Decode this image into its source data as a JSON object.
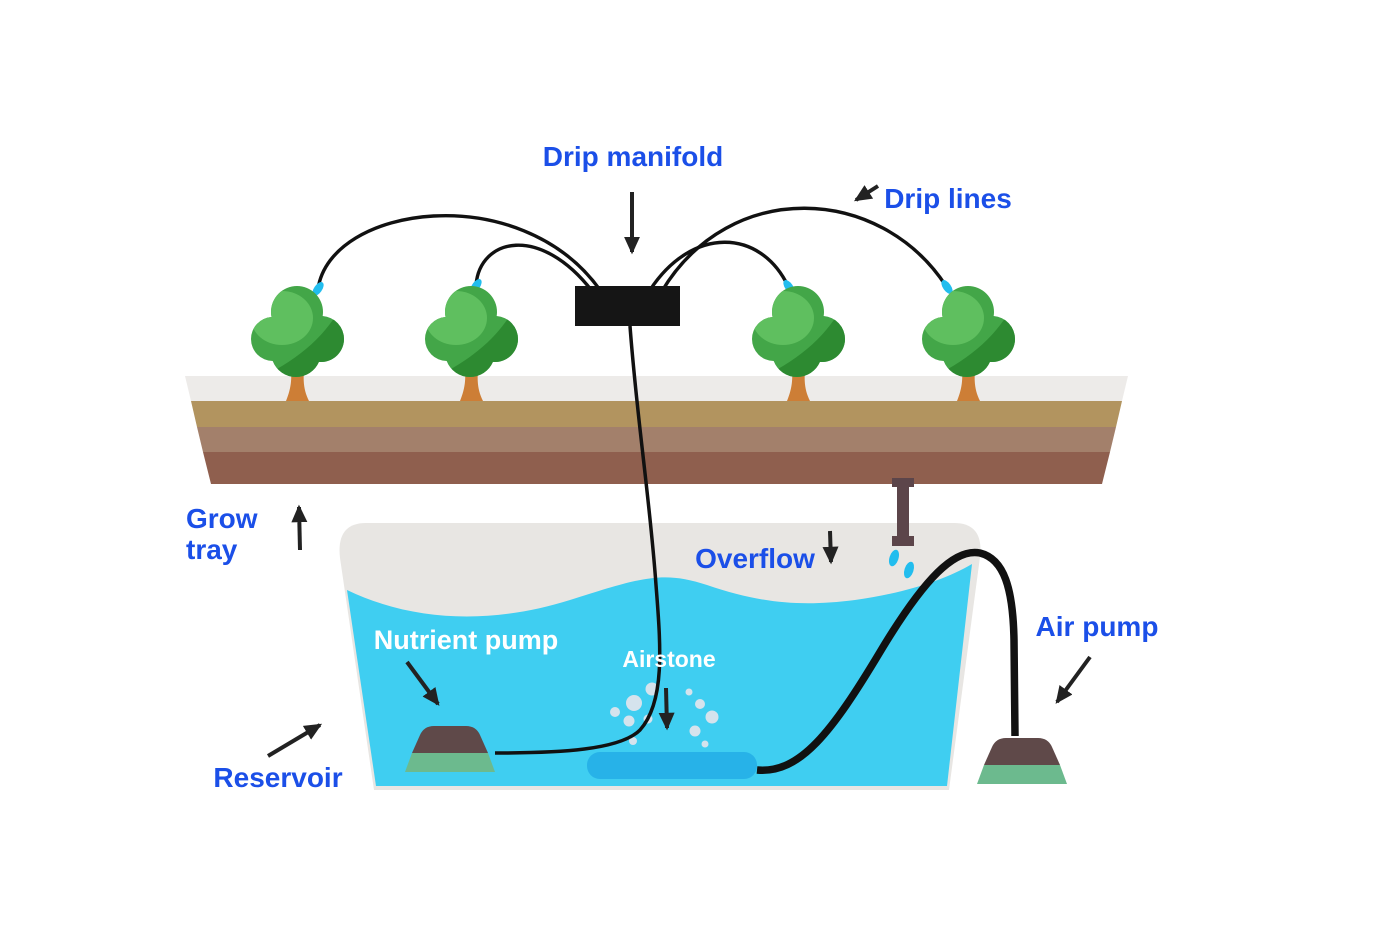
{
  "diagram": {
    "type": "hydroponic-drip-system",
    "labels": {
      "drip_manifold": "Drip manifold",
      "drip_lines": "Drip lines",
      "grow_tray_line1": "Grow",
      "grow_tray_line2": "tray",
      "overflow": "Overflow",
      "nutrient_pump": "Nutrient pump",
      "airstone": "Airstone",
      "air_pump": "Air pump",
      "reservoir": "Reservoir"
    },
    "colors": {
      "label_blue": "#1b4fe8",
      "label_white": "#ffffff",
      "water_cyan": "#3fcef1",
      "airstone_blue": "#27b2e8",
      "reservoir_gray": "#e8e6e3",
      "tray_top_gray": "#edebe9",
      "tray_tan": "#b2945f",
      "tray_medium_brown": "#a3806b",
      "tray_dark_brown": "#8f5f4e",
      "pump_brown": "#5f4949",
      "pump_green": "#6cba8e",
      "plant_green_mid": "#43a648",
      "plant_green_light": "#5fbf5f",
      "plant_green_dark": "#2d8a31",
      "trunk_orange": "#cd7e36",
      "overflow_pipe_maroon": "#5c454a",
      "drip_drop_cyan": "#22bdee",
      "bubble_gray": "#d5e3ed",
      "line_black": "#111111",
      "manifold_black": "#151515"
    },
    "counts": {
      "plants": 4,
      "drip_lines": 4
    }
  }
}
